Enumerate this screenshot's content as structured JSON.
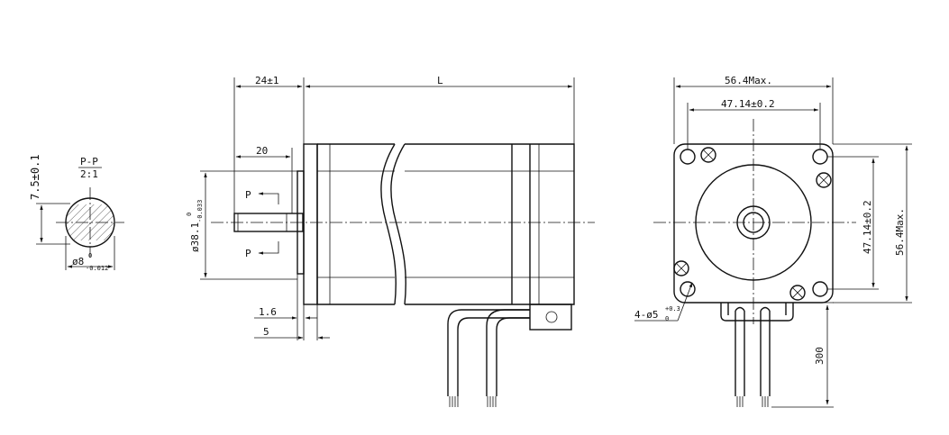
{
  "section_view": {
    "label": "P-P",
    "scale": "2:1",
    "flat_dim": "7.5±0.1",
    "shaft_dia_base": "ø8",
    "shaft_dia_upper_tol": "0",
    "shaft_dia_lower_tol": "-0.012"
  },
  "side_view": {
    "shaft_length": "24±1",
    "body_length": "L",
    "flat_length": "20",
    "pilot_dia_base": "ø38.1",
    "pilot_dia_upper_tol": "0",
    "pilot_dia_lower_tol": "-0.033",
    "section_marker": "P",
    "flange_thickness": "1.6",
    "pilot_depth": "5"
  },
  "front_view": {
    "width": "56.4Max.",
    "hole_spacing_h": "47.14±0.2",
    "hole_spacing_v": "47.14±0.2",
    "height": "56.4Max.",
    "holes_base": "4-ø5",
    "holes_upper_tol": "+0.3",
    "holes_lower_tol": "0",
    "lead_length": "300"
  },
  "colors": {
    "line": "#111111",
    "background": "#ffffff"
  }
}
